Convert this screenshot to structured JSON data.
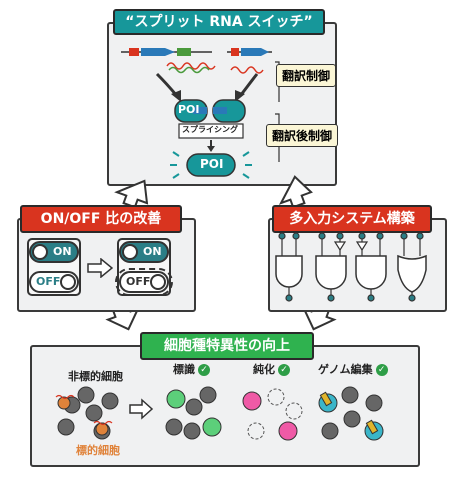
{
  "top": {
    "title": "“スプリット RNA スイッチ”",
    "tag_translation": "翻訳制御",
    "tag_post_translation": "翻訳後制御",
    "poi_label": "POI",
    "splicing_label": "スプライシング",
    "colors": {
      "teal": "#17979a",
      "mrna_red": "#d9341f",
      "mrna_blue": "#2a79b8",
      "mrna_green": "#4a9a3c"
    }
  },
  "left": {
    "title": "ON/OFF 比の改善",
    "toggle_on": "ON",
    "toggle_off": "OFF"
  },
  "right": {
    "title": "多入力システム構築"
  },
  "bottom": {
    "title": "細胞種特異性の向上",
    "non_target_label": "非標的細胞",
    "target_label": "標的細胞",
    "app_labeling": "標識",
    "app_purification": "純化",
    "app_genome_editing": "ゲノム編集",
    "check_mark": "✓",
    "colors": {
      "target_cell": "#e0833a",
      "green_cell": "#5ccf7a",
      "pink_cell": "#ef5aa6",
      "cyan_cell": "#3bb6c9",
      "gray_cell": "#666666"
    }
  }
}
